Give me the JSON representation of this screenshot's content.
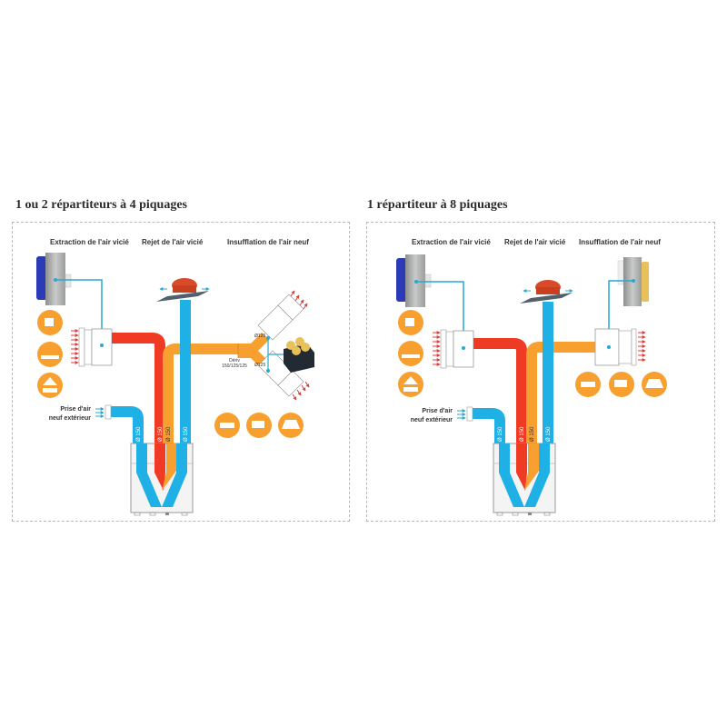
{
  "colors": {
    "extract_red": "#ef3a24",
    "fresh_blue": "#1fb0e6",
    "supply_orange": "#f7a030",
    "link_cyan": "#27a9cf",
    "border_gray": "#b8b8b8"
  },
  "panels": [
    {
      "title": "1 ou 2 répartiteurs à 4 piquages",
      "headers": {
        "extraction": "Extraction de l'air vicié",
        "rejet": "Rejet de l'air vicié",
        "insufflation": "Insufflation de l'air neuf"
      },
      "intake_label_1": "Prise d'air",
      "intake_label_2": "neuf extérieur",
      "duct_labels": [
        "Ø 150",
        "Ø 150",
        "Ø 150",
        "Ø 150"
      ],
      "branch_labels": [
        "Ø125",
        "Ø125"
      ],
      "derivation_label_1": "Dériv",
      "derivation_label_2": "150/125/125",
      "extraction_icons": [
        "toilet-icon",
        "kitchen-sink-icon",
        "range-hood-icon"
      ],
      "supply_icons": [
        "bed-icon",
        "sofa-icon",
        "laptop-icon"
      ]
    },
    {
      "title": "1 répartiteur à 8 piquages",
      "headers": {
        "extraction": "Extraction de l'air vicié",
        "rejet": "Rejet de l'air vicié",
        "insufflation": "Insufflation de l'air neuf"
      },
      "intake_label_1": "Prise d'air",
      "intake_label_2": "neuf extérieur",
      "duct_labels": [
        "Ø 150",
        "Ø 150",
        "Ø 150",
        "Ø 150"
      ],
      "extraction_icons": [
        "toilet-icon",
        "kitchen-sink-icon",
        "range-hood-icon"
      ],
      "supply_icons": [
        "bed-icon",
        "sofa-icon",
        "laptop-icon"
      ]
    }
  ]
}
